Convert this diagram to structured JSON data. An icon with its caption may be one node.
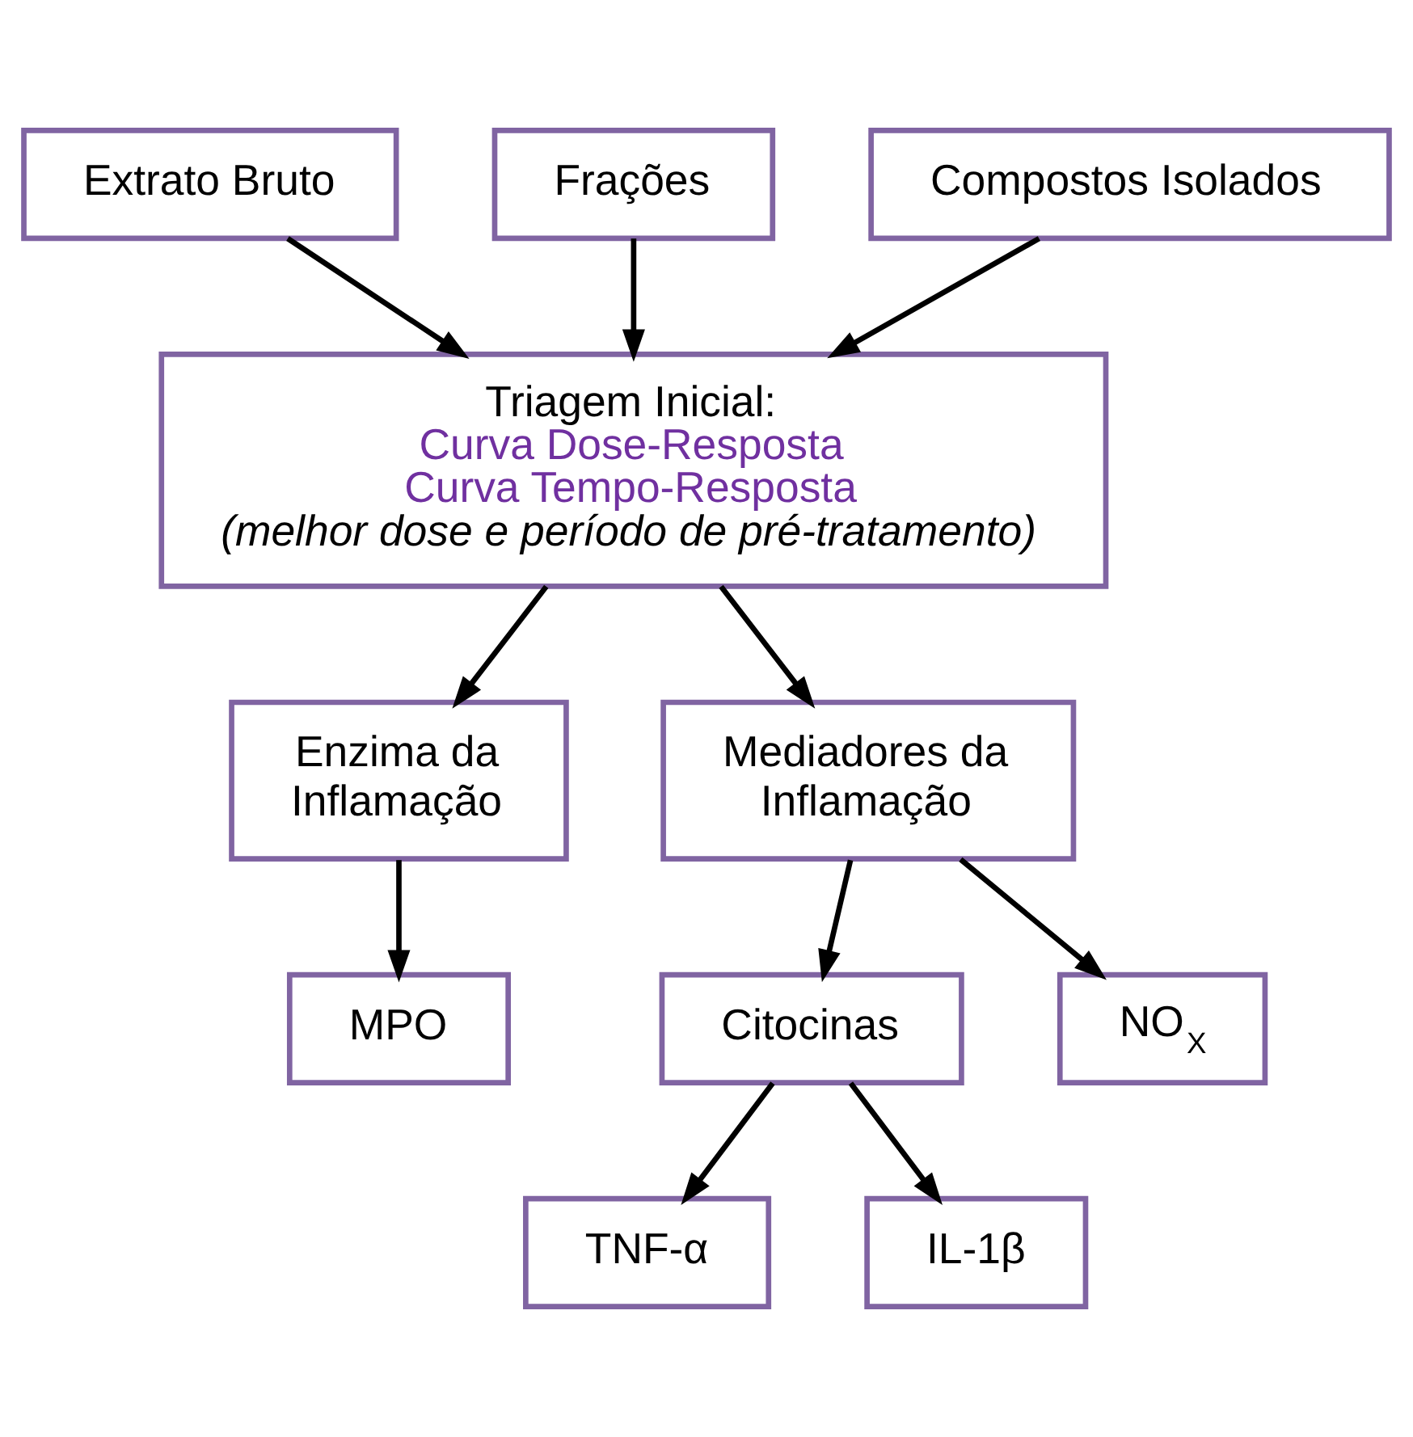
{
  "diagram": {
    "nodes": [
      {
        "text": [
          "Extrato Bruto"
        ]
      },
      {
        "text": [
          "Frações"
        ]
      },
      {
        "text": [
          "Compostos Isolados"
        ]
      },
      {
        "text": [
          "Triagem Inicial:",
          "Curva Dose-Resposta",
          "Curva Tempo-Resposta",
          "(melhor dose e período de pré-tratamento)"
        ]
      },
      {
        "text": [
          "Enzima da Inflamação"
        ]
      },
      {
        "text": [
          "Mediadores da Inflamação"
        ]
      },
      {
        "text": [
          "MPO"
        ]
      },
      {
        "text": [
          "Citocinas"
        ]
      },
      {
        "text": [
          "NO$_{X}$"
        ]
      },
      {
        "text": [
          "TNF-α"
        ]
      },
      {
        "text": [
          "IL-1β"
        ]
      }
    ],
    "edges": [
      {
        "from": 0,
        "to": 3,
        "arrow": "to"
      },
      {
        "from": 1,
        "to": 3,
        "arrow": "to"
      },
      {
        "from": 2,
        "to": 3,
        "arrow": "to"
      },
      {
        "from": 3,
        "to": 4,
        "arrow": "to"
      },
      {
        "from": 3,
        "to": 5,
        "arrow": "to"
      },
      {
        "from": 4,
        "to": 6,
        "arrow": "to"
      },
      {
        "from": 5,
        "to": 7,
        "arrow": "to"
      },
      {
        "from": 5,
        "to": 8,
        "arrow": "to"
      },
      {
        "from": 7,
        "to": 9,
        "arrow": "to"
      },
      {
        "from": 7,
        "to": 10,
        "arrow": "to"
      }
    ]
  }
}
